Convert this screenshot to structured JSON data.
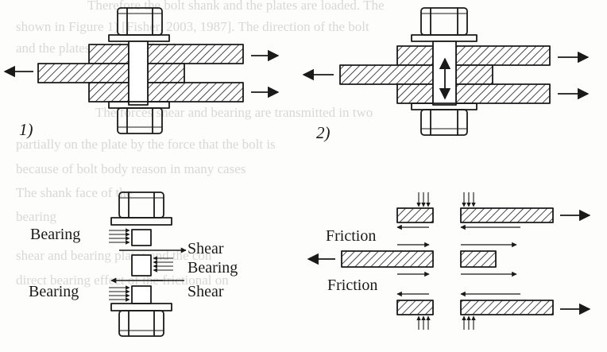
{
  "background_text": [
    "Therefore the bolt shank and the plates are loaded. The",
    "shown in Figure 1) [Fisher, 2003, 1987]. The direction of the bolt",
    "and the plates are shown by the arrows",
    "The forces shear and bearing are transmitted in two",
    "partially on the plate                   by the force that the bolt is",
    "because of bolt body                          reason in many cases",
    "The shank                                      face of the                  ",
    "bearing                                                                      ",
    "shear and bearing                                   plates and the con",
    "direct bearing                                     effect of the frictional on"
  ],
  "figure": {
    "panel_1_label": "1)",
    "panel_2_label": "2)",
    "bearing_top": "Bearing",
    "shear_top": "Shear",
    "bearing_middle": "Bearing",
    "bearing_bottom": "Bearing",
    "shear_bottom": "Shear",
    "friction_top": "Friction",
    "friction_bottom": "Friction"
  },
  "colors": {
    "ink": "#1a1a1a",
    "paper": "#fdfdfc",
    "ghost_text": "#d8d8d8"
  }
}
